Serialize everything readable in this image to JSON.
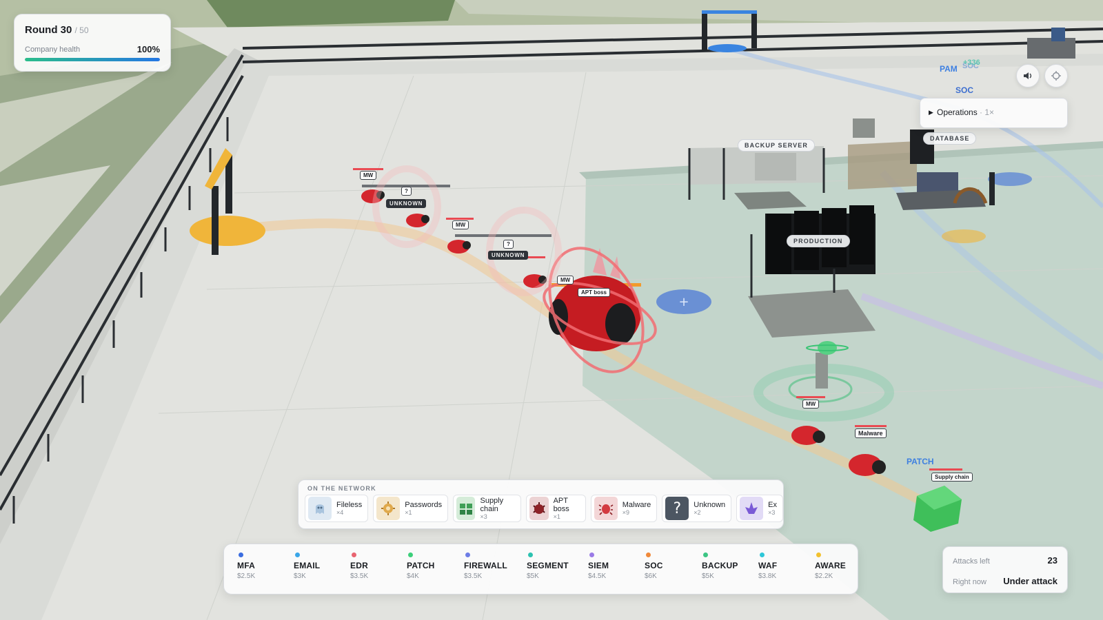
{
  "hud": {
    "round_label": "Round",
    "round_current": "30",
    "round_total": "/ 50",
    "health_label": "Company health",
    "health_value": "100%",
    "health_fraction": 1.0,
    "ops_label": "Operations",
    "ops_speed": "· 1×",
    "sound_icon": "speaker-icon",
    "target_icon": "crosshair-icon"
  },
  "network": {
    "title": "ON THE NETWORK",
    "threats": [
      {
        "name": "Fileless",
        "count": "×4",
        "icon": "ghost-icon",
        "color": "#b9d0e6"
      },
      {
        "name": "Passwords",
        "count": "×1",
        "icon": "key-icon",
        "color": "#e8c27a"
      },
      {
        "name": "Supply chain",
        "count": "×3",
        "icon": "crate-icon",
        "color": "#56b56a"
      },
      {
        "name": "APT boss",
        "count": "×1",
        "icon": "boss-icon",
        "color": "#b03035"
      },
      {
        "name": "Malware",
        "count": "×9",
        "icon": "bug-icon",
        "color": "#d9444a"
      },
      {
        "name": "Unknown",
        "count": "×2",
        "icon": "question-icon",
        "color": "#4c5662"
      },
      {
        "name": "Ex",
        "count": "×3",
        "icon": "exploit-icon",
        "color": "#7a5ad6"
      }
    ]
  },
  "defenses": [
    {
      "name": "MFA",
      "cost": "$2.5K",
      "color": "#3b6de0"
    },
    {
      "name": "EMAIL",
      "cost": "$3K",
      "color": "#3aa6e8"
    },
    {
      "name": "EDR",
      "cost": "$3.5K",
      "color": "#e86470"
    },
    {
      "name": "PATCH",
      "cost": "$4K",
      "color": "#3ccf7a"
    },
    {
      "name": "FIREWALL",
      "cost": "$3.5K",
      "color": "#6d7de6"
    },
    {
      "name": "SEGMENT",
      "cost": "$5K",
      "color": "#2cc2b0"
    },
    {
      "name": "SIEM",
      "cost": "$4.5K",
      "color": "#9a7ae6"
    },
    {
      "name": "SOC",
      "cost": "$6K",
      "color": "#f0893a"
    },
    {
      "name": "BACKUP",
      "cost": "$5K",
      "color": "#3cc584"
    },
    {
      "name": "WAF",
      "cost": "$3.8K",
      "color": "#2ec7d8"
    },
    {
      "name": "AWARE",
      "cost": "$2.2K",
      "color": "#f2c12e"
    }
  ],
  "status": {
    "attacks_left_label": "Attacks left",
    "attacks_left_value": "23",
    "right_now_label": "Right now",
    "right_now_value": "Under attack"
  },
  "scene": {
    "zones": {
      "backup": "BACKUP SERVER",
      "production": "PRODUCTION",
      "database": "DATABASE"
    },
    "floating": {
      "pam": "PAM",
      "soc1": "SOC",
      "soc2": "SOC",
      "score": "+336",
      "patch": "PATCH"
    },
    "tags": {
      "mw": "MW",
      "q": "?",
      "unknown": "UNKNOWN",
      "apt": "APT boss",
      "malware": "Malware",
      "supply": "Supply chain"
    }
  }
}
